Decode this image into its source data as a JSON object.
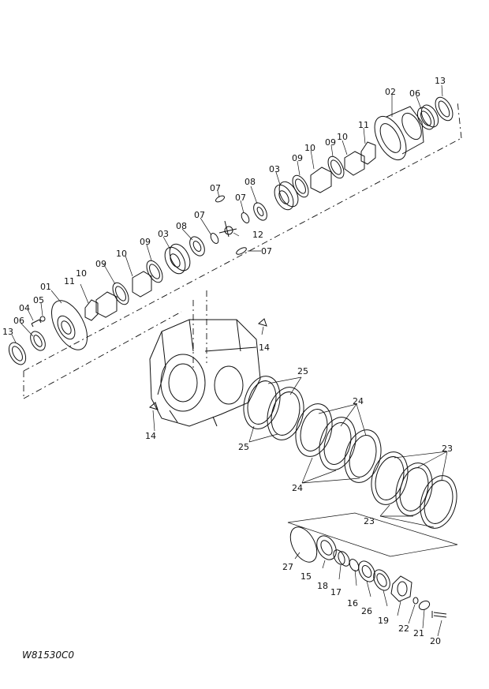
{
  "drawing": {
    "code": "W81530C0",
    "labels": {
      "l13a": "13",
      "l02": "02",
      "l06a": "06",
      "l11a": "11",
      "l10a": "10",
      "l10b": "10",
      "l09a": "09",
      "l03a": "03",
      "l08a": "08",
      "l07a": "07",
      "l07b": "07",
      "l07c": "07",
      "l12": "12",
      "l07d": "07",
      "l08b": "08",
      "l03b": "03",
      "l09b": "09",
      "l10c": "10",
      "l09c": "09",
      "l10d": "10",
      "l11b": "11",
      "l01": "01",
      "l05": "05",
      "l04": "04",
      "l06b": "06",
      "l13b": "13",
      "l14a": "14",
      "l14b": "14",
      "l25a": "25",
      "l25b": "25",
      "l24a": "24",
      "l24b": "24",
      "l23a": "23",
      "l23b": "23",
      "l27": "27",
      "l15": "15",
      "l18": "18",
      "l17": "17",
      "l16": "16",
      "l26": "26",
      "l19": "19",
      "l22": "22",
      "l21": "21",
      "l20": "20"
    }
  }
}
